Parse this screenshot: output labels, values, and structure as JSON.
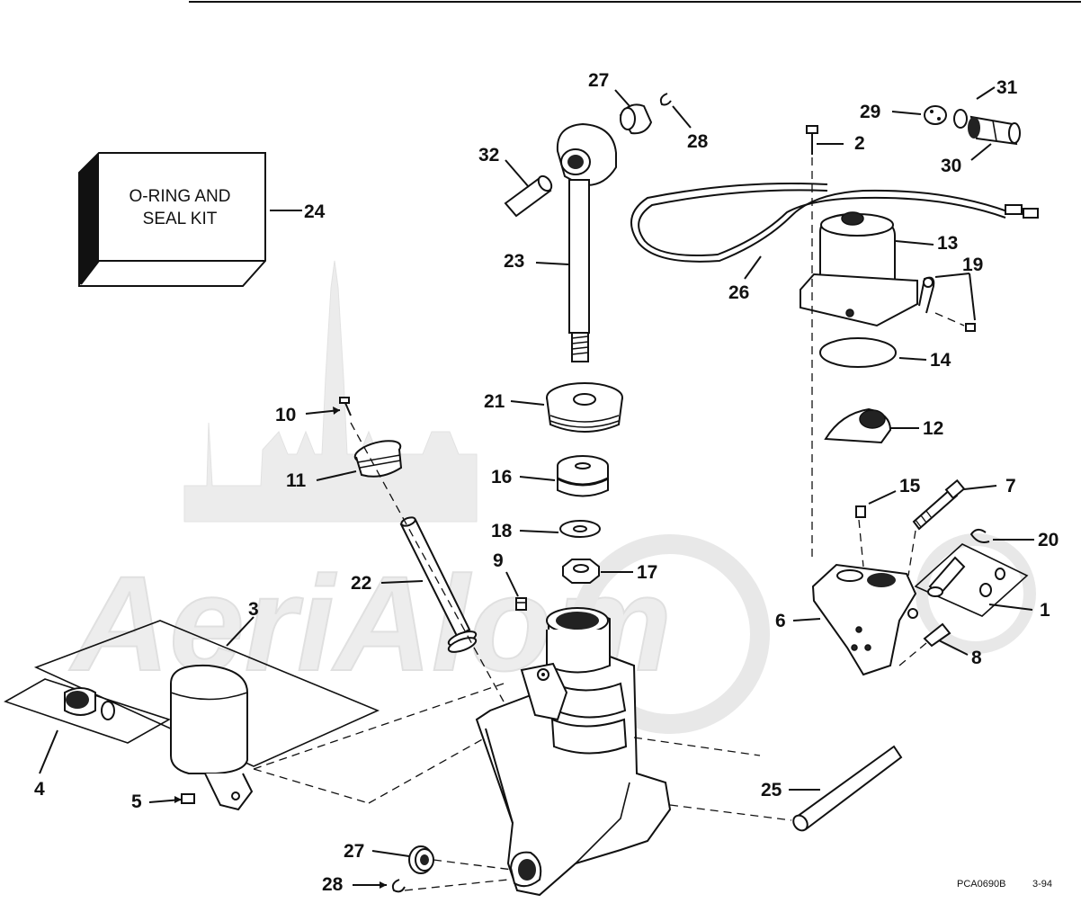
{
  "watermark": {
    "text": "AeriAlom"
  },
  "kit_box": {
    "line1": "O-RING AND",
    "line2": "SEAL KIT"
  },
  "callouts": {
    "c1": "1",
    "c2": "2",
    "c3": "3",
    "c4": "4",
    "c5": "5",
    "c6": "6",
    "c7": "7",
    "c8": "8",
    "c9": "9",
    "c10": "10",
    "c11": "11",
    "c12": "12",
    "c13": "13",
    "c14": "14",
    "c15": "15",
    "c16": "16",
    "c17": "17",
    "c18": "18",
    "c19": "19",
    "c20": "20",
    "c21": "21",
    "c22": "22",
    "c23": "23",
    "c24": "24",
    "c25": "25",
    "c26": "26",
    "c27a": "27",
    "c27b": "27",
    "c28a": "28",
    "c28b": "28",
    "c29": "29",
    "c30": "30",
    "c31": "31",
    "c32": "32"
  },
  "footer": {
    "code": "PCA0690B",
    "date": "3-94"
  }
}
